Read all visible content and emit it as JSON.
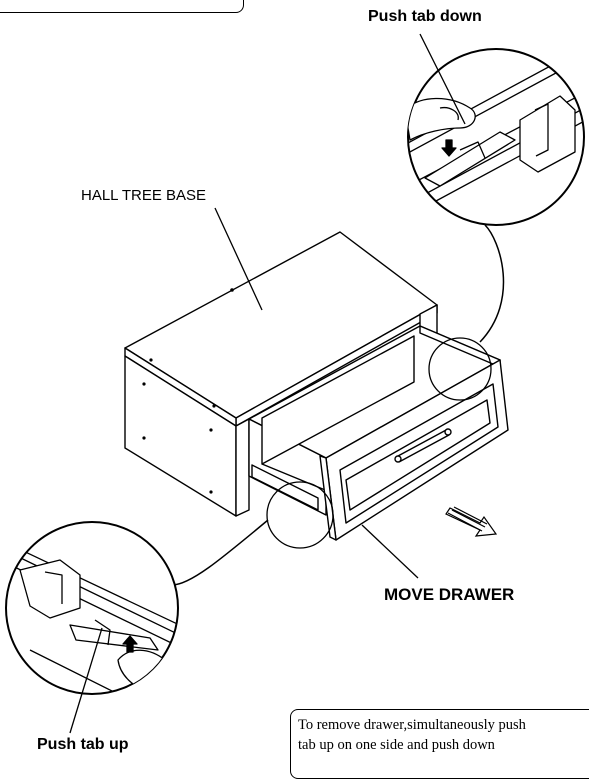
{
  "labels": {
    "top_callout": "Push tab down",
    "main_object": "HALL TREE BASE",
    "action": "MOVE DRAWER",
    "bottom_callout": "Push tab up"
  },
  "note": {
    "text": "To remove drawer,simultaneously push\ntab up on one side and push down"
  },
  "colors": {
    "ink": "#000000",
    "paper": "#ffffff",
    "shade": "#d9d9d9"
  }
}
